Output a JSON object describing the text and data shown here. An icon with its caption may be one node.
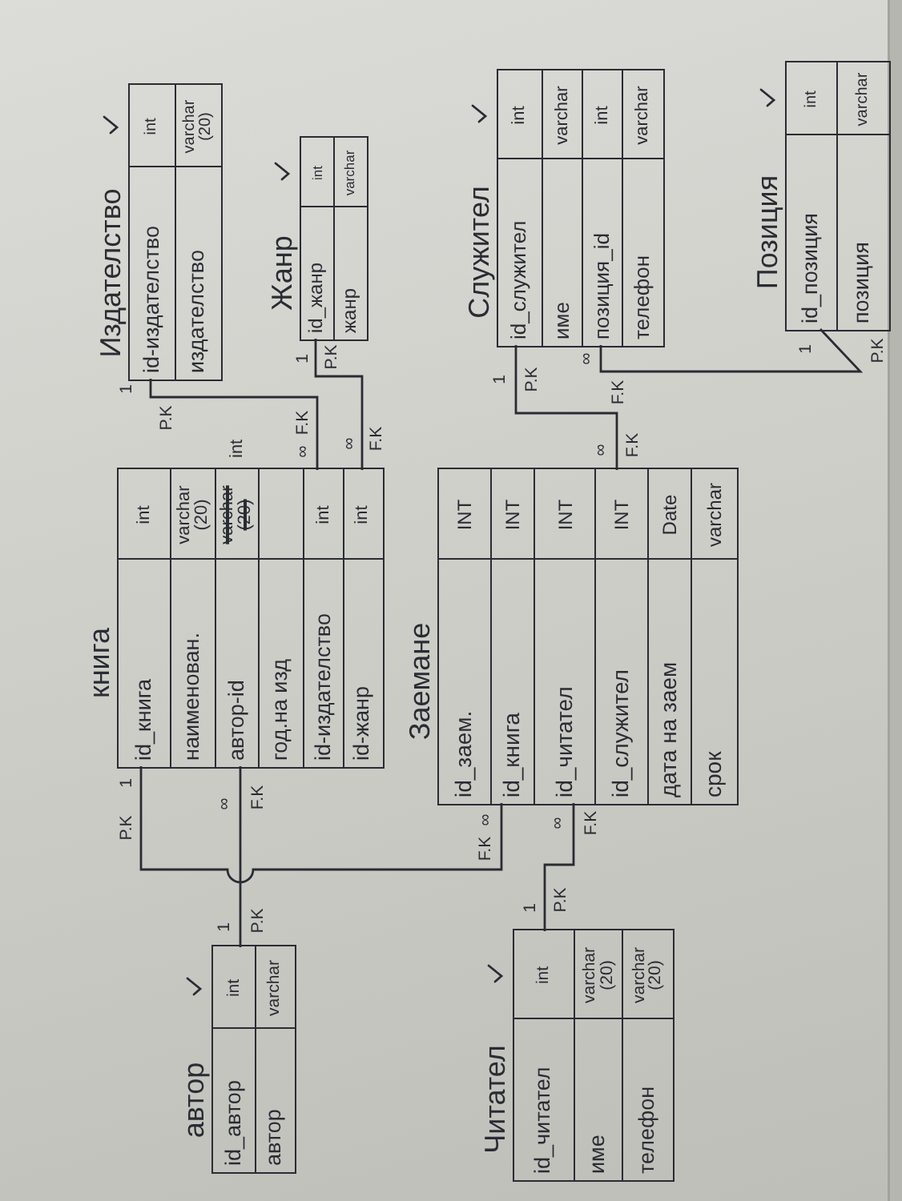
{
  "diagram": {
    "nodes": [
      {
        "text": [
          "книга"
        ]
      },
      {
        "text": [
          "id_книга",
          "int"
        ],
        "in": 0
      },
      {
        "text": [
          "наименован.",
          "varchar (20)"
        ],
        "in": 0
      },
      {
        "text": [
          "автор-id",
          "varchar (20)"
        ],
        "in": 0,
        "beside": [
          "int"
        ]
      },
      {
        "text": [
          "год.на изд"
        ],
        "in": 0
      },
      {
        "text": [
          "id-издателство",
          "int"
        ],
        "in": 0
      },
      {
        "text": [
          "id-жанр",
          "int"
        ],
        "in": 0
      },
      {
        "text": [
          "Заемане"
        ]
      },
      {
        "text": [
          "id_заем.",
          "INT"
        ],
        "in": 7
      },
      {
        "text": [
          "id_книга",
          "INT"
        ],
        "in": 7
      },
      {
        "text": [
          "id_читател",
          "INT"
        ],
        "in": 7
      },
      {
        "text": [
          "id_служител",
          "INT"
        ],
        "in": 7
      },
      {
        "text": [
          "дата на заем",
          "Date"
        ],
        "in": 7
      },
      {
        "text": [
          "срок",
          "varchar"
        ],
        "in": 7
      },
      {
        "text": [
          "автор"
        ]
      },
      {
        "text": [
          "id_автор",
          "int"
        ],
        "in": 14
      },
      {
        "text": [
          "автор",
          "varchar"
        ],
        "in": 14
      },
      {
        "text": [
          "Читател"
        ]
      },
      {
        "text": [
          "id_читател",
          "int"
        ],
        "in": 17
      },
      {
        "text": [
          "име",
          "varchar (20)"
        ],
        "in": 17
      },
      {
        "text": [
          "телефон",
          "varchar (20)"
        ],
        "in": 17
      },
      {
        "text": [
          "Издателство"
        ]
      },
      {
        "text": [
          "id-издателство",
          "int"
        ],
        "in": 21
      },
      {
        "text": [
          "издателство",
          "varchar (20)"
        ],
        "in": 21
      },
      {
        "text": [
          "Жанр"
        ]
      },
      {
        "text": [
          "id_жанр",
          "int"
        ],
        "in": 24
      },
      {
        "text": [
          "жанр",
          "varchar"
        ],
        "in": 24
      },
      {
        "text": [
          "Служител"
        ]
      },
      {
        "text": [
          "id_служител",
          "int"
        ],
        "in": 27
      },
      {
        "text": [
          "име",
          "varchar"
        ],
        "in": 27
      },
      {
        "text": [
          "позиция_id",
          "int"
        ],
        "in": 27
      },
      {
        "text": [
          "телефон",
          "varchar"
        ],
        "in": 27
      },
      {
        "text": [
          "Позиция"
        ]
      },
      {
        "text": [
          "id_позиция",
          "int"
        ],
        "in": 32
      },
      {
        "text": [
          "позиция",
          "varchar"
        ],
        "in": 32
      }
    ],
    "edges": [
      {
        "from": 1,
        "to": 9,
        "arrow": "none"
      },
      {
        "from": 3,
        "to": 15,
        "arrow": "none"
      },
      {
        "from": 5,
        "to": 22,
        "arrow": "none"
      },
      {
        "from": 6,
        "to": 25,
        "arrow": "none"
      },
      {
        "from": 10,
        "to": 18,
        "arrow": "none"
      },
      {
        "from": 11,
        "to": 28,
        "arrow": "none"
      },
      {
        "from": 30,
        "to": 33,
        "arrow": "none"
      }
    ],
    "labels": [
      "P.K",
      "1",
      "F.K",
      "∞",
      "∞",
      "F.K",
      "1",
      "P.K",
      "∞",
      "F.K",
      "1",
      "P.K",
      "∞",
      "F.K",
      "1",
      "P.K",
      "∞",
      "F.K",
      "1",
      "P.K",
      "∞",
      "F.K",
      "1",
      "P.K",
      "∞",
      "F.K",
      "1",
      "P.K"
    ]
  }
}
